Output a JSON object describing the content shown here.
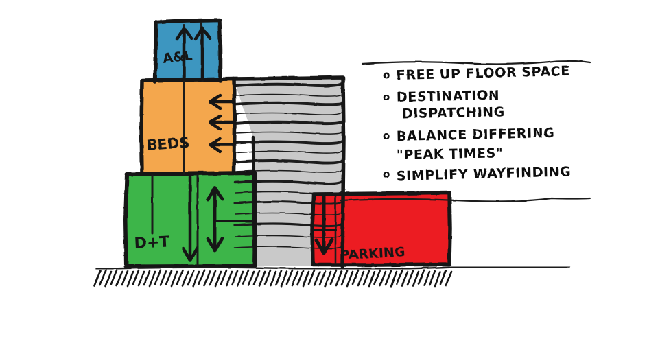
{
  "diagram": {
    "title": "Hospital vertical circulation massing sketch",
    "medium": "hand-drawn marker sketch",
    "background_color": "#FFFFFF"
  },
  "blocks": [
    {
      "id": "acute-care",
      "label": "A&L",
      "color": "#3C96C0",
      "position": "top",
      "arrows": "two up arrows"
    },
    {
      "id": "beds",
      "label": "BEDS",
      "color": "#F4A74E",
      "position": "upper-middle",
      "arrows": "three left arrows"
    },
    {
      "id": "diagnostic-treatment",
      "label": "D+T",
      "color": "#3DB54A",
      "position": "lower-middle",
      "arrows": "vertical double-headed arrow"
    },
    {
      "id": "parking",
      "label": "PARKING",
      "color": "#EC1C24",
      "position": "lower-right",
      "arrows": "one down arrow"
    },
    {
      "id": "circulation-core",
      "label": "",
      "color": "#C9C9C9",
      "position": "center tower",
      "arrows": "none"
    }
  ],
  "annotations": {
    "bullet_glyph": "o",
    "items": [
      {
        "lines": [
          "FREE UP FLOOR SPACE"
        ]
      },
      {
        "lines": [
          "DESTINATION",
          "DISPATCHING"
        ]
      },
      {
        "lines": [
          "BALANCE DIFFERING",
          "\"PEAK TIMES\""
        ]
      },
      {
        "lines": [
          "SIMPLIFY WAYFINDING"
        ]
      }
    ]
  },
  "ground": {
    "label": "ground hatching"
  },
  "colors": {
    "blue": "#3C96C0",
    "orange": "#F4A74E",
    "green": "#3DB54A",
    "red": "#EC1C24",
    "gray": "#C9C9C9",
    "ink": "#141414"
  }
}
